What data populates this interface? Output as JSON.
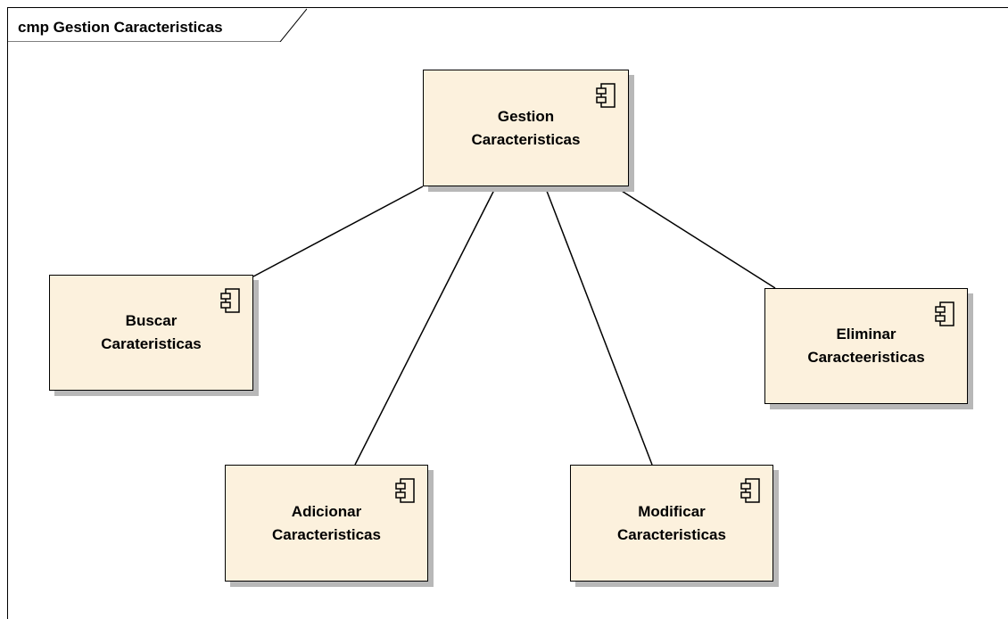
{
  "frame": {
    "title": "cmp Gestion Caracteristicas"
  },
  "colors": {
    "component_fill": "#fcf1dd",
    "component_border": "#000000",
    "shadow": "#b8b8b8"
  },
  "components": {
    "gestion": {
      "line1": "Gestion",
      "line2": "Caracteristicas",
      "icon": "component-icon"
    },
    "buscar": {
      "line1": "Buscar",
      "line2": "Carateristicas",
      "icon": "component-icon"
    },
    "eliminar": {
      "line1": "Eliminar",
      "line2": "Caracteeristicas",
      "icon": "component-icon"
    },
    "adicionar": {
      "line1": "Adicionar",
      "line2": "Caracteristicas",
      "icon": "component-icon"
    },
    "modificar": {
      "line1": "Modificar",
      "line2": "Caracteristicas",
      "icon": "component-icon"
    }
  }
}
